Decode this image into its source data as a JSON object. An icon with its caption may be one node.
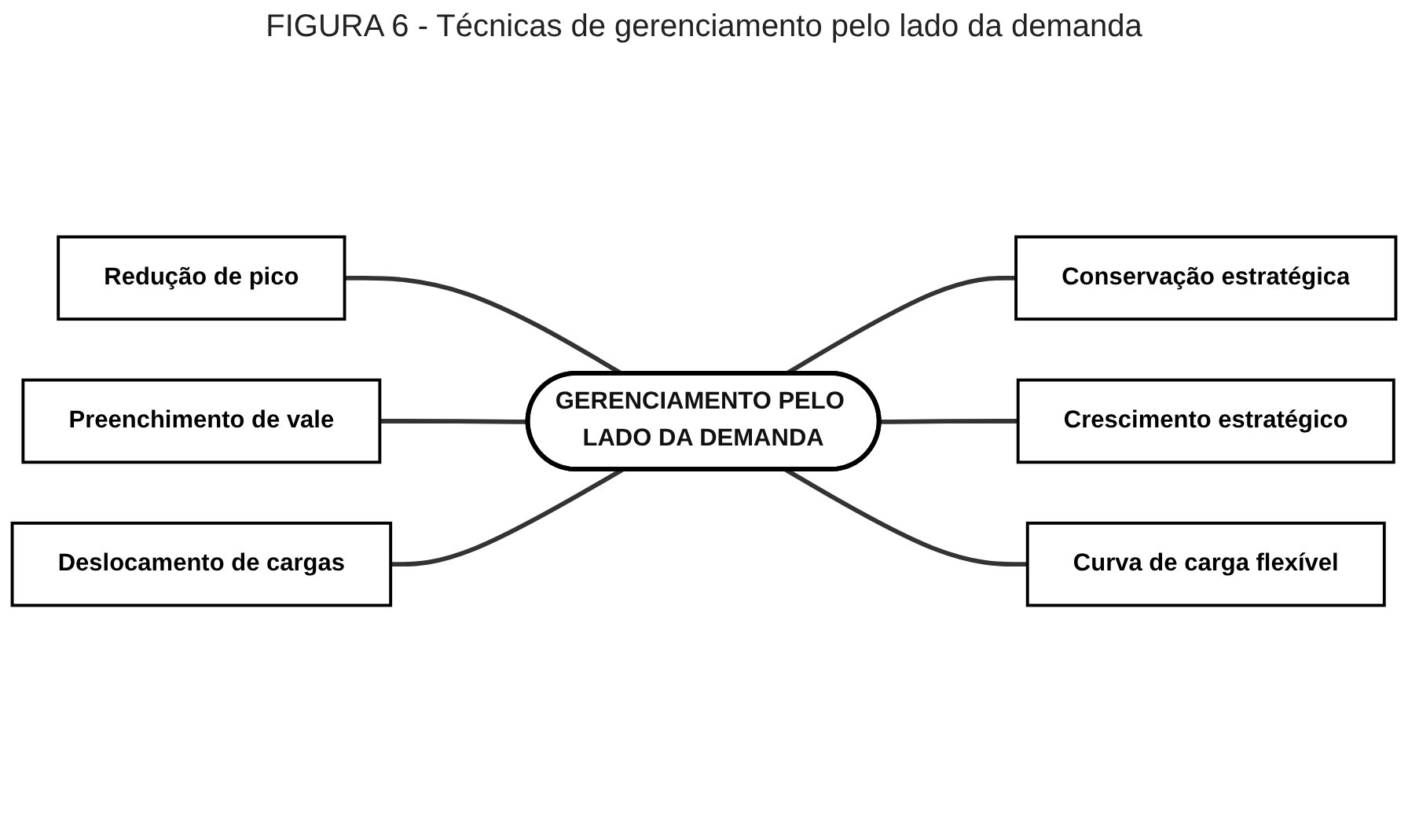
{
  "diagram": {
    "title": "FIGURA 6 - Técnicas de gerenciamento pelo lado da demanda",
    "nodes": [
      {
        "text": [
          "GERENCIAMENTO PELO LADO DA DEMANDA"
        ]
      },
      {
        "text": [
          "Redução de pico"
        ]
      },
      {
        "text": [
          "Preenchimento de vale"
        ]
      },
      {
        "text": [
          "Deslocamento de cargas"
        ]
      },
      {
        "text": [
          "Conservação estratégica"
        ]
      },
      {
        "text": [
          "Crescimento estratégico"
        ]
      },
      {
        "text": [
          "Curva de carga flexível"
        ]
      }
    ],
    "edges": [
      {
        "from": 1,
        "to": 0,
        "arrow": "none"
      },
      {
        "from": 2,
        "to": 0,
        "arrow": "none"
      },
      {
        "from": 3,
        "to": 0,
        "arrow": "none"
      },
      {
        "from": 0,
        "to": 4,
        "arrow": "none"
      },
      {
        "from": 0,
        "to": 5,
        "arrow": "none"
      },
      {
        "from": 0,
        "to": 6,
        "arrow": "none"
      }
    ]
  }
}
